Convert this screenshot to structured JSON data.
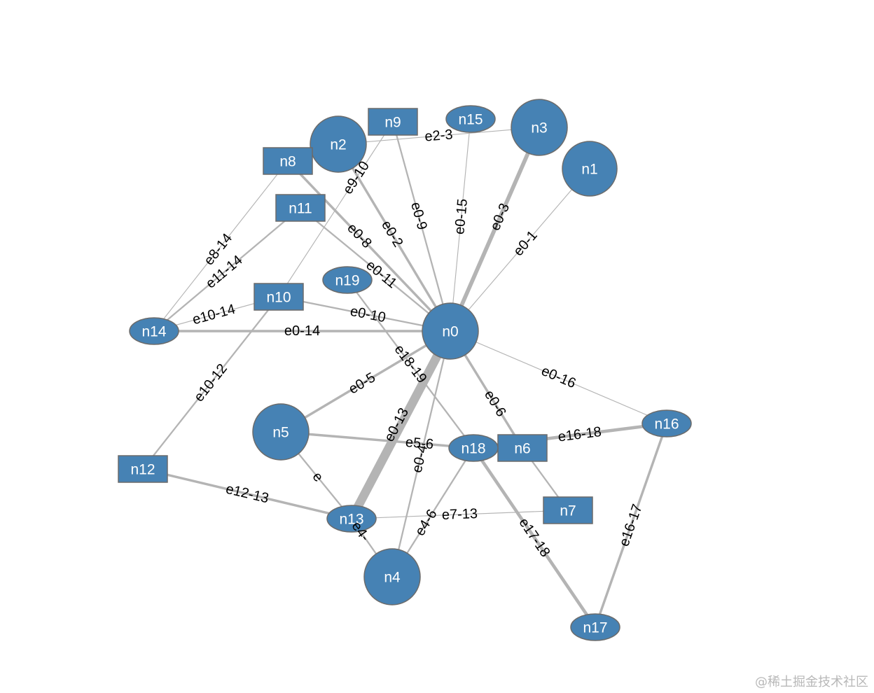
{
  "colors": {
    "node_fill": "#4682b4",
    "node_stroke": "#6b6b6b",
    "edge": "#b4b4b4",
    "label": "#000000",
    "node_label": "#ffffff",
    "watermark": "#b8b8b8"
  },
  "nodes": [
    {
      "id": "n0",
      "label": "n0",
      "shape": "circle"
    },
    {
      "id": "n1",
      "label": "n1",
      "shape": "circle"
    },
    {
      "id": "n2",
      "label": "n2",
      "shape": "circle"
    },
    {
      "id": "n3",
      "label": "n3",
      "shape": "circle"
    },
    {
      "id": "n4",
      "label": "n4",
      "shape": "circle"
    },
    {
      "id": "n5",
      "label": "n5",
      "shape": "circle"
    },
    {
      "id": "n6",
      "label": "n6",
      "shape": "rect"
    },
    {
      "id": "n7",
      "label": "n7",
      "shape": "rect"
    },
    {
      "id": "n8",
      "label": "n8",
      "shape": "rect"
    },
    {
      "id": "n9",
      "label": "n9",
      "shape": "rect"
    },
    {
      "id": "n10",
      "label": "n10",
      "shape": "rect"
    },
    {
      "id": "n11",
      "label": "n11",
      "shape": "rect"
    },
    {
      "id": "n12",
      "label": "n12",
      "shape": "rect"
    },
    {
      "id": "n13",
      "label": "n13",
      "shape": "ellipse"
    },
    {
      "id": "n14",
      "label": "n14",
      "shape": "ellipse"
    },
    {
      "id": "n15",
      "label": "n15",
      "shape": "ellipse"
    },
    {
      "id": "n16",
      "label": "n16",
      "shape": "ellipse"
    },
    {
      "id": "n17",
      "label": "n17",
      "shape": "ellipse"
    },
    {
      "id": "n18",
      "label": "n18",
      "shape": "ellipse"
    },
    {
      "id": "n19",
      "label": "n19",
      "shape": "ellipse"
    }
  ],
  "edges": [
    {
      "label": "e0-1",
      "source": "n0",
      "target": "n1",
      "weight": 1
    },
    {
      "label": "e0-2",
      "source": "n0",
      "target": "n2",
      "weight": 3
    },
    {
      "label": "e0-3",
      "source": "n0",
      "target": "n3",
      "weight": 5
    },
    {
      "label": "e0-4",
      "source": "n0",
      "target": "n4",
      "weight": 2
    },
    {
      "label": "e0-5",
      "source": "n0",
      "target": "n5",
      "weight": 3
    },
    {
      "label": "e0-6",
      "source": "n0",
      "target": "n6",
      "weight": 3
    },
    {
      "label": "e0-8",
      "source": "n0",
      "target": "n8",
      "weight": 3
    },
    {
      "label": "e0-9",
      "source": "n0",
      "target": "n9",
      "weight": 2
    },
    {
      "label": "e0-10",
      "source": "n0",
      "target": "n10",
      "weight": 2
    },
    {
      "label": "e0-11",
      "source": "n0",
      "target": "n11",
      "weight": 2
    },
    {
      "label": "e0-13",
      "source": "n0",
      "target": "n13",
      "weight": 11
    },
    {
      "label": "e0-14",
      "source": "n0",
      "target": "n14",
      "weight": 3
    },
    {
      "label": "e0-15",
      "source": "n0",
      "target": "n15",
      "weight": 1
    },
    {
      "label": "e0-16",
      "source": "n0",
      "target": "n16",
      "weight": 1
    },
    {
      "label": "e2-3",
      "source": "n2",
      "target": "n3",
      "weight": 1
    },
    {
      "label": "e4-6",
      "source": "n4",
      "target": "n18",
      "weight": 2
    },
    {
      "label": "e4-",
      "source": "n4",
      "target": "n13",
      "weight": 2
    },
    {
      "label": "e5-6",
      "source": "n5",
      "target": "n18",
      "weight": 3
    },
    {
      "label": "e",
      "source": "n5",
      "target": "n13",
      "weight": 2
    },
    {
      "label": "e7-13",
      "source": "n7",
      "target": "n13",
      "weight": 1
    },
    {
      "label": "",
      "source": "n6",
      "target": "n7",
      "weight": 2
    },
    {
      "label": "e8-14",
      "source": "n8",
      "target": "n14",
      "weight": 1
    },
    {
      "label": "e9-10",
      "source": "n9",
      "target": "n10",
      "weight": 1
    },
    {
      "label": "e10-12",
      "source": "n10",
      "target": "n12",
      "weight": 2
    },
    {
      "label": "e10-14",
      "source": "n10",
      "target": "n14",
      "weight": 1
    },
    {
      "label": "e11-14",
      "source": "n11",
      "target": "n14",
      "weight": 2
    },
    {
      "label": "e12-13",
      "source": "n12",
      "target": "n13",
      "weight": 3
    },
    {
      "label": "e16-17",
      "source": "n16",
      "target": "n17",
      "weight": 3
    },
    {
      "label": "e16-18",
      "source": "n16",
      "target": "n18",
      "weight": 4
    },
    {
      "label": "e17-18",
      "source": "n17",
      "target": "n18",
      "weight": 4
    },
    {
      "label": "e18-19",
      "source": "n18",
      "target": "n19",
      "weight": 2
    }
  ],
  "watermark": "@稀土掘金技术社区"
}
